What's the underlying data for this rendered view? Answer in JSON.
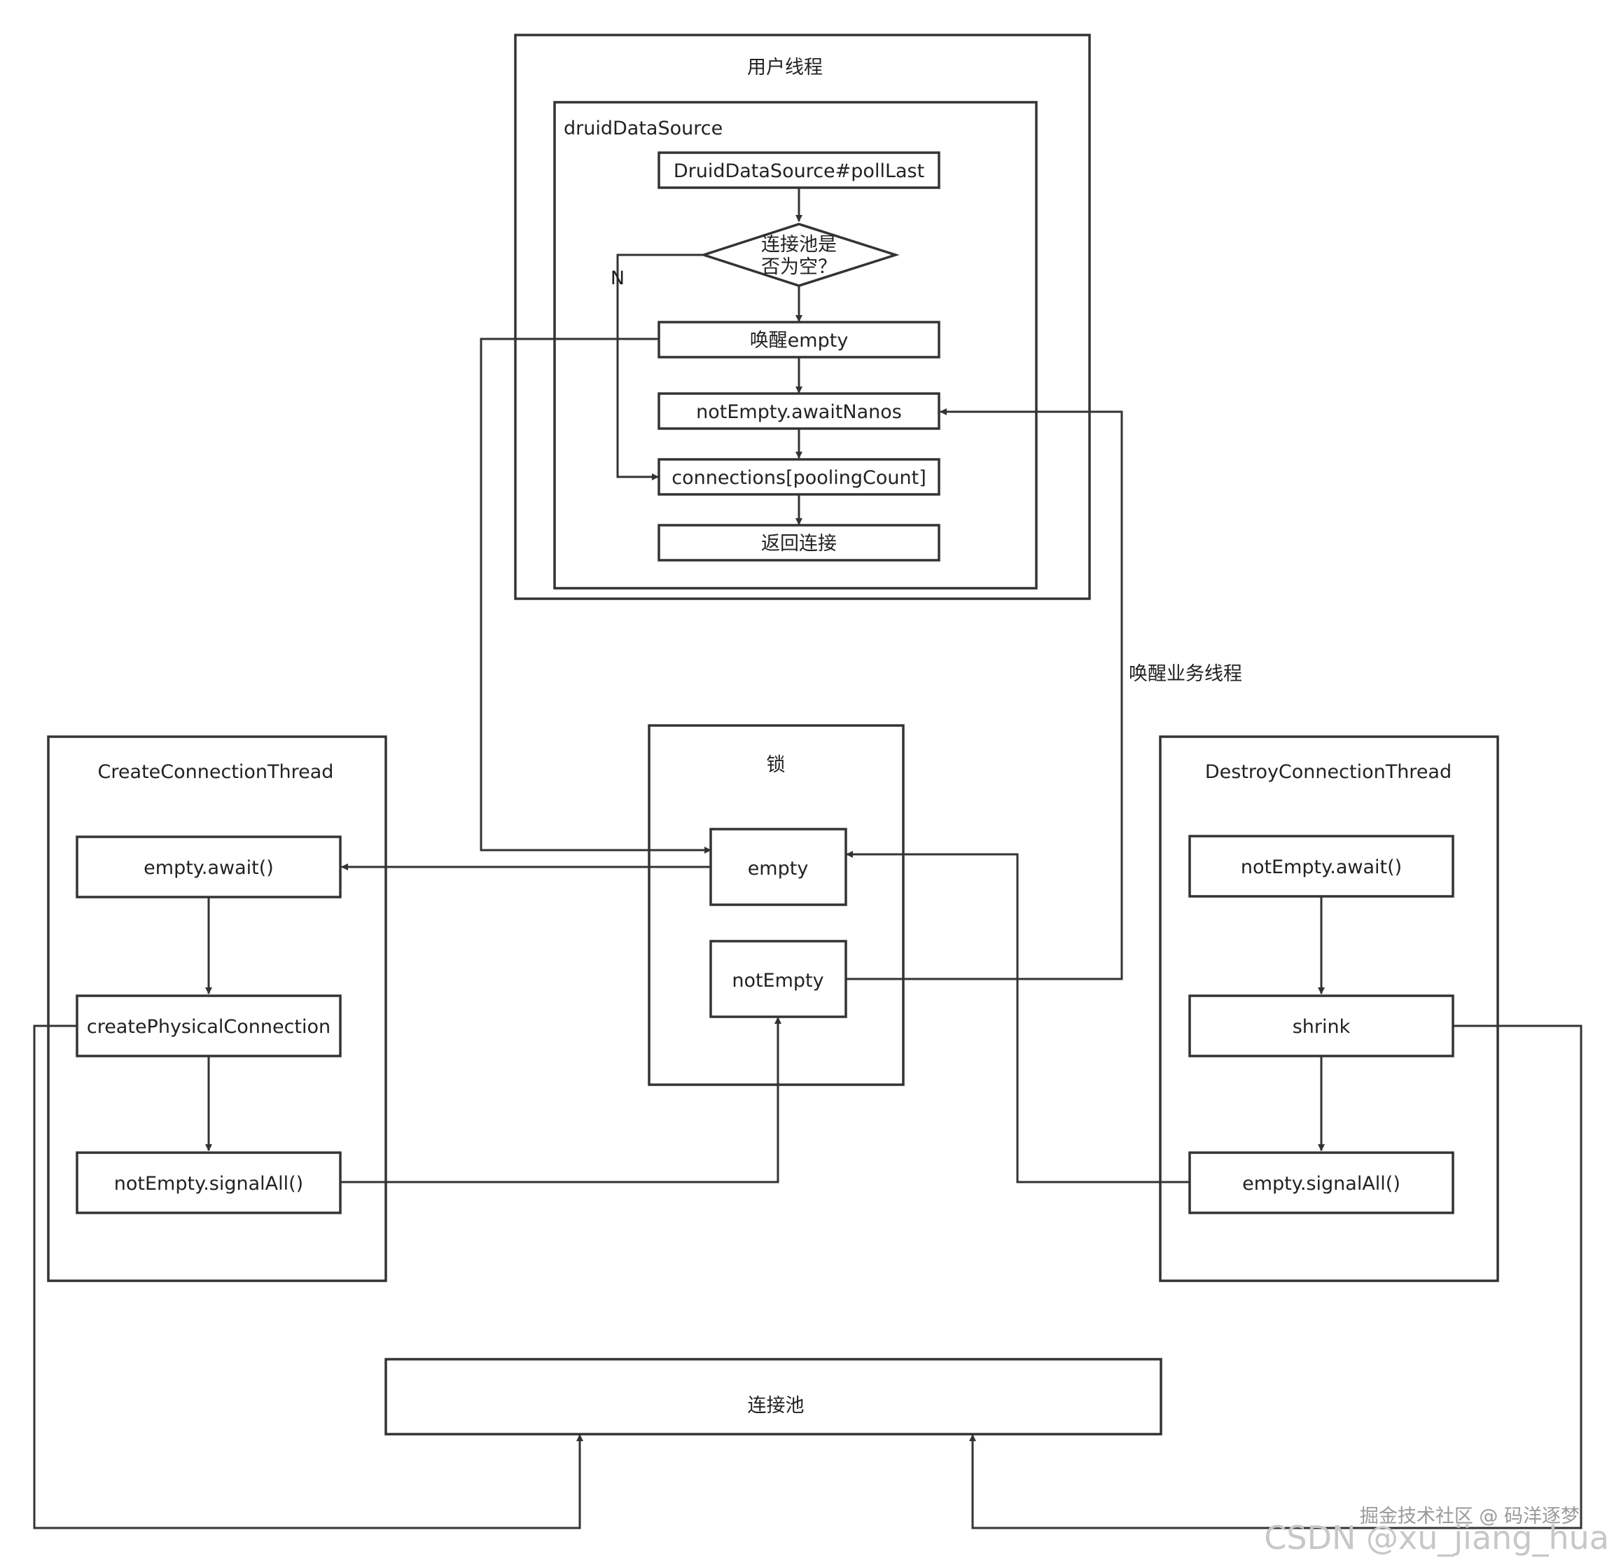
{
  "groups": {
    "user_thread": "用户线程",
    "druid_datasource": "druidDataSource",
    "lock": "锁",
    "create_thread": "CreateConnectionThread",
    "destroy_thread": "DestroyConnectionThread"
  },
  "nodes": {
    "poll_last": "DruidDataSource#pollLast",
    "decision_line1": "连接池是",
    "decision_line2": "否为空？",
    "wake_empty": "唤醒empty",
    "await_nanos": "notEmpty.awaitNanos",
    "connections": "connections[poolingCount]",
    "return_conn": "返回连接",
    "lock_empty": "empty",
    "lock_not_empty": "notEmpty",
    "empty_await": "empty.await()",
    "create_physical": "createPhysicalConnection",
    "not_empty_signal_all": "notEmpty.signalAll()",
    "not_empty_await": "notEmpty.await()",
    "shrink": "shrink",
    "empty_signal_all": "empty.signalAll()",
    "pool": "连接池"
  },
  "labels": {
    "no_branch": "N",
    "wake_business": "唤醒业务线程"
  },
  "watermarks": {
    "juejin": "掘金技术社区 @ 码洋逐梦",
    "csdn": "CSDN @xu_jiang_hua"
  },
  "colors": {
    "stroke": "#333333",
    "text": "#222222",
    "background": "#ffffff"
  }
}
